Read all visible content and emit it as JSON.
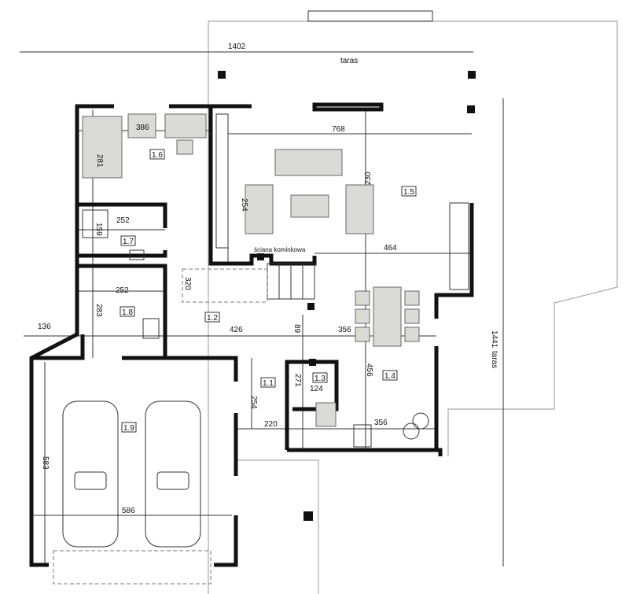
{
  "plan": {
    "dimensions": {
      "d1402": "1402",
      "d768": "768",
      "d230": "230",
      "d254a": "254",
      "d386": "386",
      "d281": "281",
      "d252a": "252",
      "d159": "159",
      "d464": "464",
      "d320": "320",
      "d252b": "252",
      "d283a": "283",
      "d426": "426",
      "d136": "136",
      "d89": "89",
      "d356a": "356",
      "d254b": "254",
      "d271": "271",
      "d124": "124",
      "d456": "456",
      "d220": "220",
      "d356b": "356",
      "d583": "583",
      "d586": "586",
      "d1441": "1441"
    },
    "rooms": [
      "1.1",
      "1.2",
      "1.3",
      "1.4",
      "1.5",
      "1.6",
      "1.7",
      "1.8",
      "1.9"
    ],
    "annotations": {
      "terrace_top": "taras",
      "terrace_right": "taras",
      "fireplace_wall": "ściana kominkowa"
    }
  }
}
